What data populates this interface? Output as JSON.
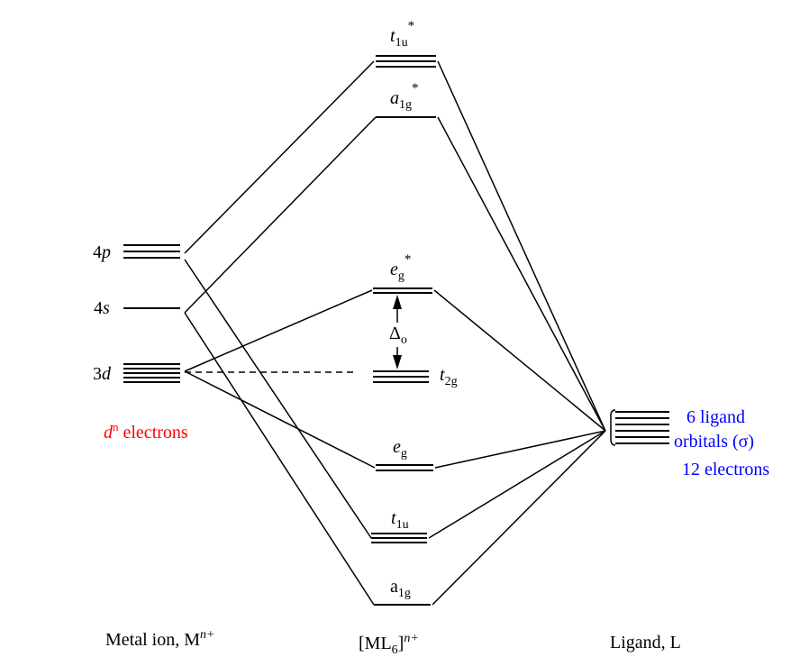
{
  "metal": {
    "p": {
      "main": "4",
      "sub": "p"
    },
    "s": {
      "main": "4",
      "sub": "s"
    },
    "d": {
      "main": "3",
      "sub": "d"
    },
    "electrons": {
      "d": "d",
      "n": "n",
      "rest": " electrons"
    },
    "footer": {
      "main": "Metal ion, M",
      "sup": "n+"
    }
  },
  "complex": {
    "t1u_star": {
      "main": "t",
      "sub": "1u",
      "sup": "*"
    },
    "a1g_star": {
      "main": "a",
      "sub": "1g",
      "sup": "*"
    },
    "eg_star": {
      "main": "e",
      "sub": "g",
      "sup": "*"
    },
    "delta": {
      "main": "Δ",
      "sub": "o"
    },
    "t2g": {
      "main": "t",
      "sub": "2g"
    },
    "eg": {
      "main": "e",
      "sub": "g"
    },
    "t1u": {
      "main": "t",
      "sub": "1u"
    },
    "a1g": {
      "main": "a",
      "sub": "1g"
    },
    "footer": {
      "open": "[ML",
      "sub": "6",
      "close": "]",
      "sup": "n+"
    }
  },
  "ligand": {
    "line1": "6 ligand",
    "line2": "orbitals (σ)",
    "line3": "12 electrons",
    "footer": "Ligand, L",
    "color": "#0000ff"
  },
  "colors": {
    "electrons": "#ff0000",
    "lines": "#000000"
  }
}
